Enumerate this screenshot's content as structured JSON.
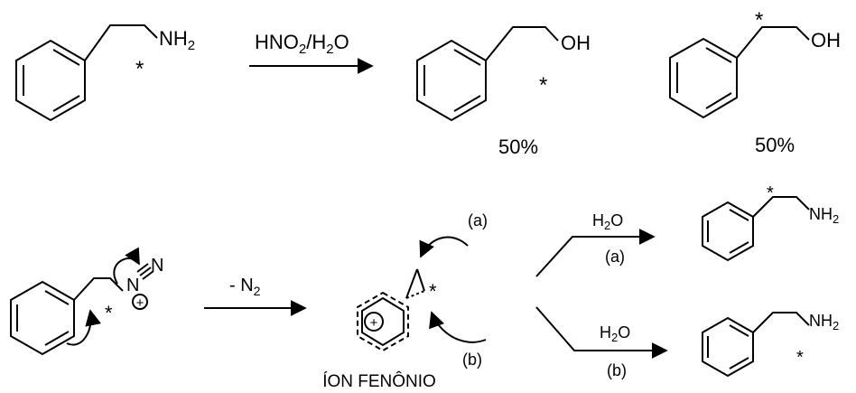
{
  "reaction_top": {
    "reactant": {
      "group": "NH",
      "group_sub": "2",
      "star": "*"
    },
    "reagent": {
      "p1": "HNO",
      "s1": "2",
      "p2": "/H",
      "s2": "2",
      "p3": "O"
    },
    "product_a": {
      "group": "OH",
      "star": "*",
      "yield": "50%"
    },
    "product_b": {
      "group": "OH",
      "star": "*",
      "yield": "50%"
    }
  },
  "mechanism": {
    "diazonium": {
      "n_plus": "N",
      "n_end": "N",
      "charge": "+",
      "star": "*"
    },
    "loss": {
      "text": "- N",
      "sub": "2"
    },
    "phenonium": {
      "label": "ÍON FENÔNIO",
      "charge": "+",
      "star": "*",
      "path_a": "(a)",
      "path_b": "(b)"
    },
    "path_a_arrow": {
      "reagent_main": "H",
      "reagent_sub": "2",
      "reagent_end": "O",
      "label": "(a)"
    },
    "path_b_arrow": {
      "reagent_main": "H",
      "reagent_sub": "2",
      "reagent_end": "O",
      "label": "(b)"
    },
    "product_a": {
      "group": "NH",
      "group_sub": "2",
      "star": "*"
    },
    "product_b": {
      "group": "NH",
      "group_sub": "2",
      "star": "*"
    }
  },
  "colors": {
    "line": "#000000",
    "background": "#ffffff"
  }
}
